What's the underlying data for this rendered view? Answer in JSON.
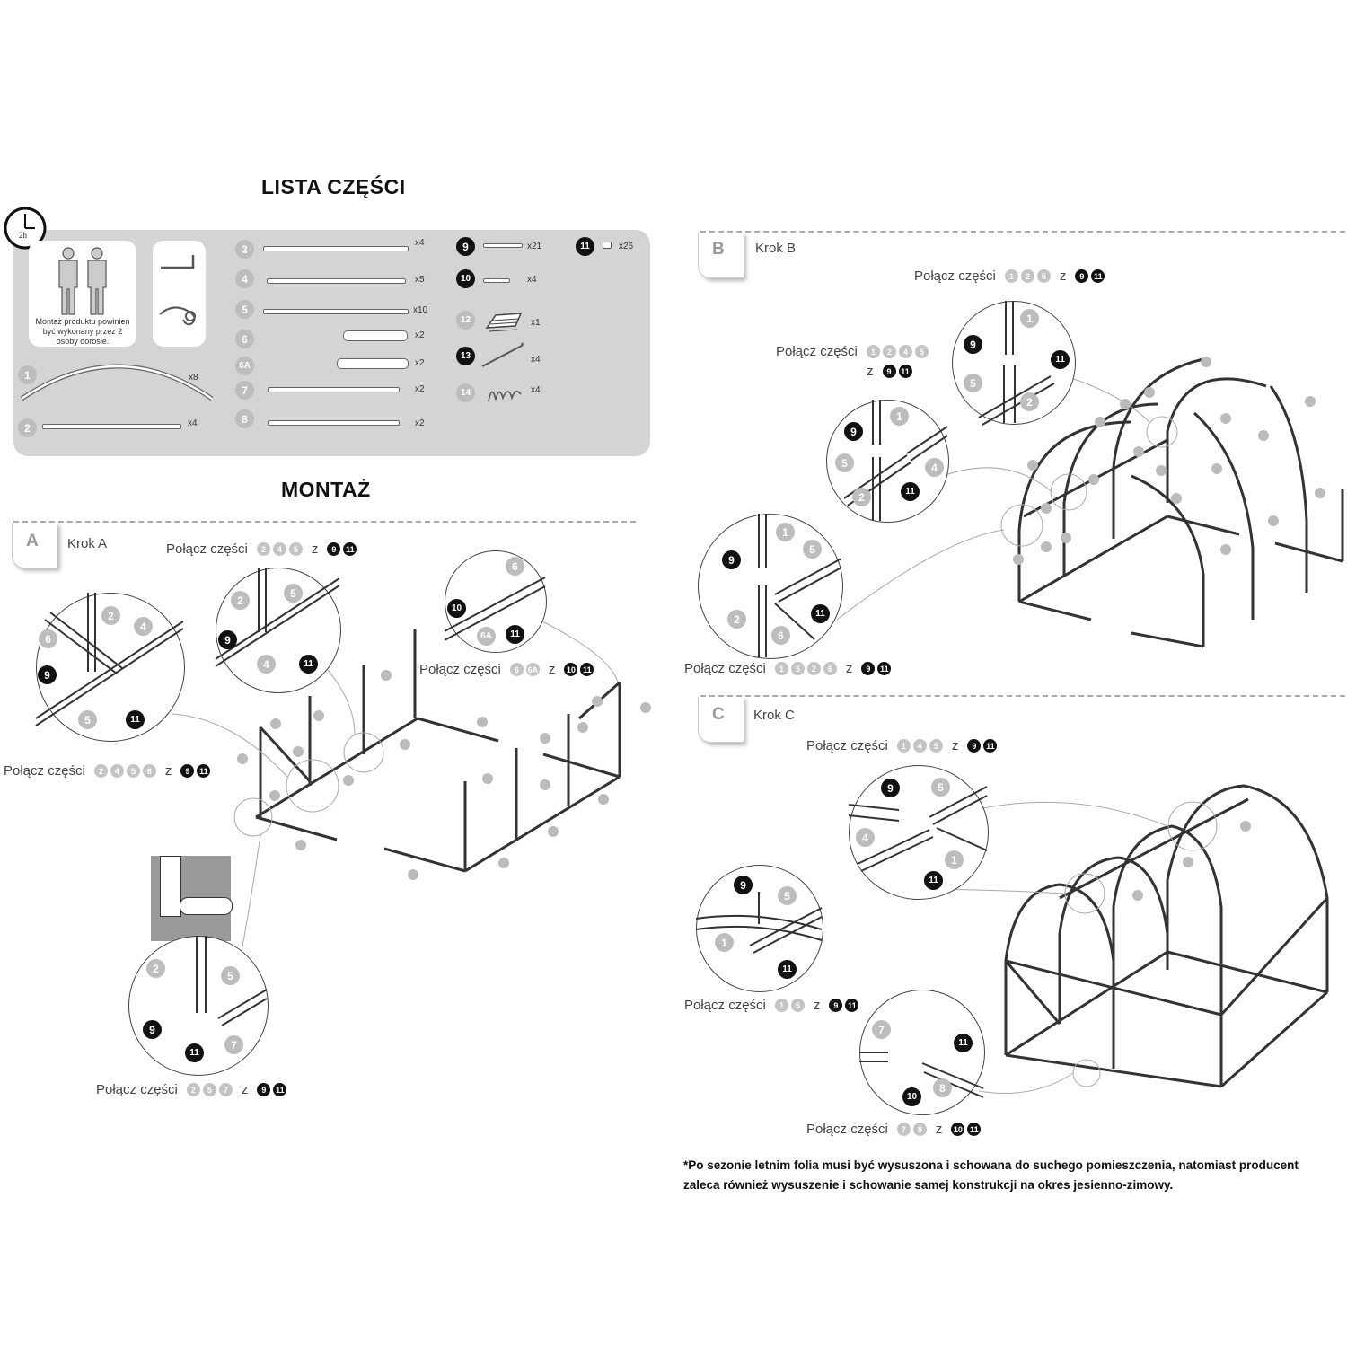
{
  "parts_list": {
    "title": "LISTA CZĘŚCI",
    "time_label": "2h",
    "people_note": "Montaż produktu powinien być wykonany przez 2 osoby dorosłe.",
    "parts": [
      {
        "id": "1",
        "qty": "x8"
      },
      {
        "id": "2",
        "qty": "x4"
      },
      {
        "id": "3",
        "qty": "x4"
      },
      {
        "id": "4",
        "qty": "x5"
      },
      {
        "id": "5",
        "qty": "x10"
      },
      {
        "id": "6",
        "qty": "x2"
      },
      {
        "id": "6A",
        "qty": "x2"
      },
      {
        "id": "7",
        "qty": "x2"
      },
      {
        "id": "8",
        "qty": "x2"
      },
      {
        "id": "9",
        "qty": "x21"
      },
      {
        "id": "10",
        "qty": "x4"
      },
      {
        "id": "11",
        "qty": "x26"
      },
      {
        "id": "12",
        "qty": "x1"
      },
      {
        "id": "13",
        "qty": "x4"
      },
      {
        "id": "14",
        "qty": "x4"
      }
    ]
  },
  "assembly": {
    "title": "MONTAŻ",
    "connect_word": "Połącz części",
    "with_word": "z",
    "steps": [
      {
        "letter": "A",
        "name": "Krok A"
      },
      {
        "letter": "B",
        "name": "Krok B"
      },
      {
        "letter": "C",
        "name": "Krok C"
      }
    ]
  },
  "captions": {
    "a1": {
      "parts": [
        "2",
        "4",
        "5"
      ],
      "with": [
        "9",
        "11"
      ]
    },
    "a2": {
      "parts": [
        "2",
        "4",
        "5",
        "6"
      ],
      "with": [
        "9",
        "11"
      ]
    },
    "a3": {
      "parts": [
        "6",
        "6A"
      ],
      "with": [
        "10",
        "11"
      ]
    },
    "a4": {
      "parts": [
        "2",
        "5",
        "7"
      ],
      "with": [
        "9",
        "11"
      ]
    },
    "b1": {
      "parts": [
        "1",
        "2",
        "5"
      ],
      "with": [
        "9",
        "11"
      ]
    },
    "b2": {
      "parts": [
        "1",
        "2",
        "4",
        "5"
      ],
      "with": [
        "9",
        "11"
      ]
    },
    "b3": {
      "parts": [
        "1",
        "5",
        "2",
        "6"
      ],
      "with": [
        "9",
        "11"
      ]
    },
    "c1": {
      "parts": [
        "1",
        "4",
        "5"
      ],
      "with": [
        "9",
        "11"
      ]
    },
    "c2": {
      "parts": [
        "1",
        "5"
      ],
      "with": [
        "9",
        "11"
      ]
    },
    "c3": {
      "parts": [
        "7",
        "8"
      ],
      "with": [
        "10",
        "11"
      ]
    }
  },
  "footnote": "*Po sezonie letnim folia musi być wysuszona i schowana do suchego pomieszczenia, natomiast producent zaleca również wysuszenie i schowanie samej konstrukcji na okres jesienno-zimowy."
}
